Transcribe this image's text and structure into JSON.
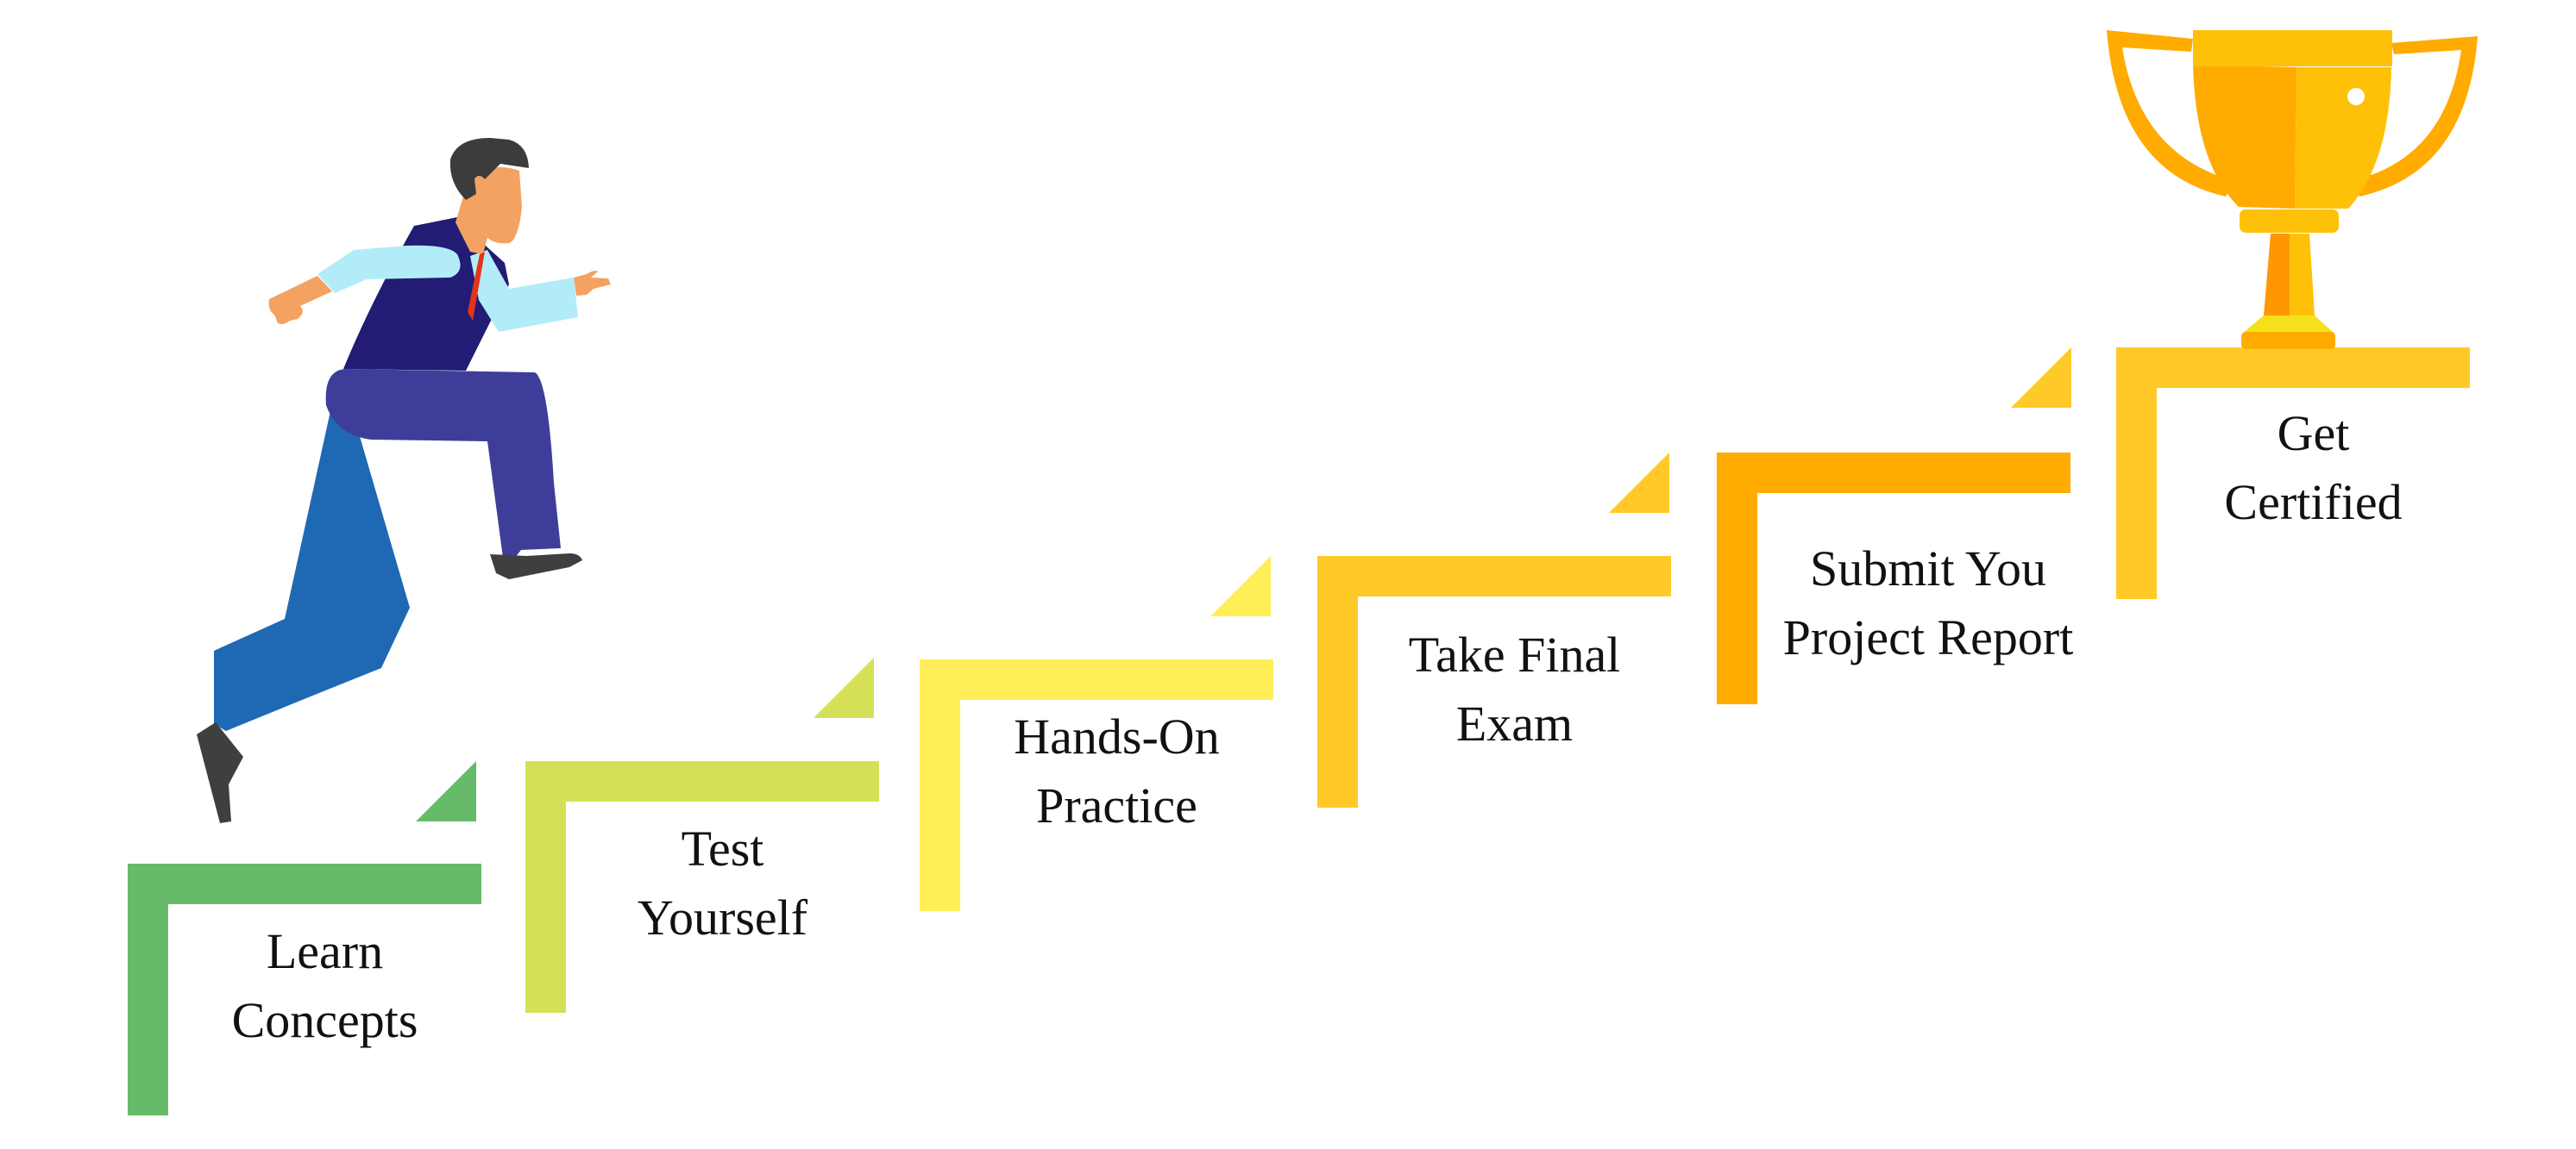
{
  "diagram": {
    "type": "staircase-progress",
    "steps": [
      {
        "label_line1": "Learn",
        "label_line2": "Concepts",
        "color": "#66BB6A"
      },
      {
        "label_line1": "Test",
        "label_line2": "Yourself",
        "color": "#D4E157"
      },
      {
        "label_line1": "Hands-On",
        "label_line2": "Practice",
        "color": "#FFEE58"
      },
      {
        "label_line1": "Take Final",
        "label_line2": "Exam",
        "color": "#FFCA28"
      },
      {
        "label_line1": "Submit You",
        "label_line2": "Project Report",
        "color": "#FFAB00"
      },
      {
        "label_line1": "Get",
        "label_line2": "Certified",
        "color": "#FFCA28"
      }
    ],
    "connector_triangles": [
      "#66BB6A",
      "#D4E157",
      "#FFEE58",
      "#FFCA28",
      "#FFCA28"
    ],
    "figure": {
      "description": "businessman climbing stairs",
      "colors": {
        "hair": "#3C3C3C",
        "skin": "#F4A261",
        "vest": "#221C74",
        "shirt": "#B3ECF9",
        "tie": "#E0351A",
        "front_leg": "#3E3E9A",
        "back_leg": "#1F68B3",
        "shoes": "#3F3F3F"
      }
    },
    "trophy": {
      "description": "gold trophy cup",
      "colors": {
        "light": "#FFC107",
        "dark": "#FFAB00",
        "stem_dark": "#FF9800",
        "base_top": "#F5E11A"
      }
    }
  }
}
